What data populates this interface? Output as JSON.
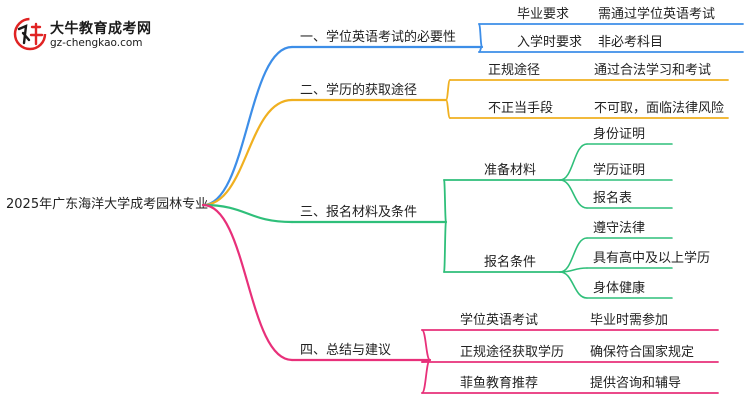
{
  "logo": {
    "text": "大牛教育成考网",
    "url": "gz-chengkao.com",
    "colors": {
      "red": "#e02323",
      "dark": "#1a1a1a"
    }
  },
  "root": "2025年广东海洋大学成考园林专业",
  "branches": [
    {
      "label": "一、学位英语考试的必要性",
      "color": "#3d8ee8",
      "children": [
        {
          "label": "毕业要求",
          "note": "需通过学位英语考试"
        },
        {
          "label": "入学时要求",
          "note": "非必考科目"
        }
      ]
    },
    {
      "label": "二、学历的获取途径",
      "color": "#f0b020",
      "children": [
        {
          "label": "正规途径",
          "note": "通过合法学习和考试"
        },
        {
          "label": "不正当手段",
          "note": "不可取，面临法律风险"
        }
      ]
    },
    {
      "label": "三、报名材料及条件",
      "color": "#2fbf7a",
      "children": [
        {
          "label": "准备材料",
          "items": [
            "身份证明",
            "学历证明",
            "报名表"
          ]
        },
        {
          "label": "报名条件",
          "items": [
            "遵守法律",
            "具有高中及以上学历",
            "身体健康"
          ]
        }
      ]
    },
    {
      "label": "四、总结与建议",
      "color": "#e8307a",
      "children": [
        {
          "label": "学位英语考试",
          "note": "毕业时需参加"
        },
        {
          "label": "正规途径获取学历",
          "note": "确保符合国家规定"
        },
        {
          "label": "菲鱼教育推荐",
          "note": "提供咨询和辅导"
        }
      ]
    }
  ]
}
